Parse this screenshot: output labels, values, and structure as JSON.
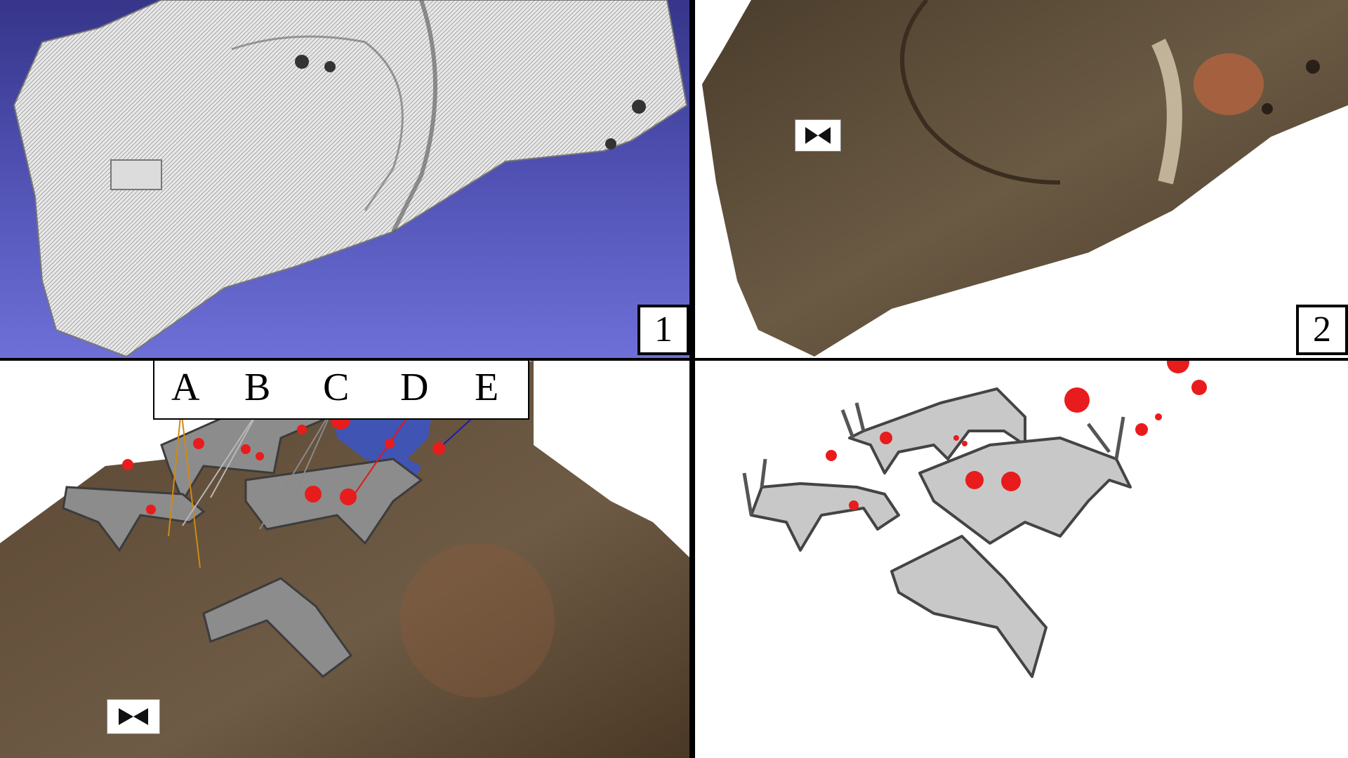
{
  "panels": [
    {
      "number": "1"
    },
    {
      "number": "2"
    },
    {
      "number": ""
    },
    {
      "number": ""
    }
  ],
  "legend": {
    "labels": [
      "A",
      "B",
      "C",
      "D",
      "E"
    ],
    "line_colors": {
      "A": "#d08a10",
      "B": "#b8b8b8",
      "C": "#8a8a8a",
      "D": "#e01818",
      "E": "#1a1ab0"
    }
  },
  "colors": {
    "mesh_background": "#4e4fb0",
    "rock": "#5a4a36",
    "figure_grey": "#c8c8c8",
    "figure_outline": "#444444",
    "red_paint": "#e81c1c",
    "blue_area": "#3a55c8",
    "divider": "#000000"
  },
  "icons": [
    "scale-card-icon"
  ]
}
